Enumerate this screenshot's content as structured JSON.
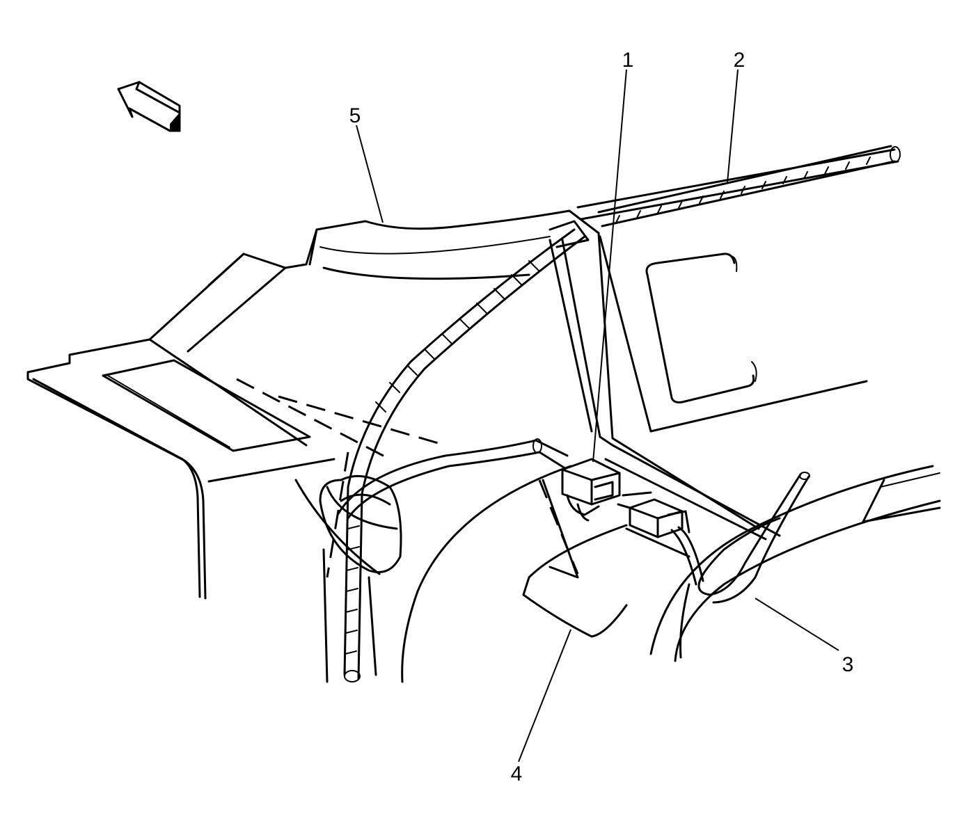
{
  "diagram": {
    "callouts": [
      {
        "id": "1",
        "label": "1"
      },
      {
        "id": "2",
        "label": "2"
      },
      {
        "id": "3",
        "label": "3"
      },
      {
        "id": "4",
        "label": "4"
      },
      {
        "id": "5",
        "label": "5"
      }
    ],
    "icons": {
      "direction_arrow": "front-direction-arrow-icon"
    }
  }
}
